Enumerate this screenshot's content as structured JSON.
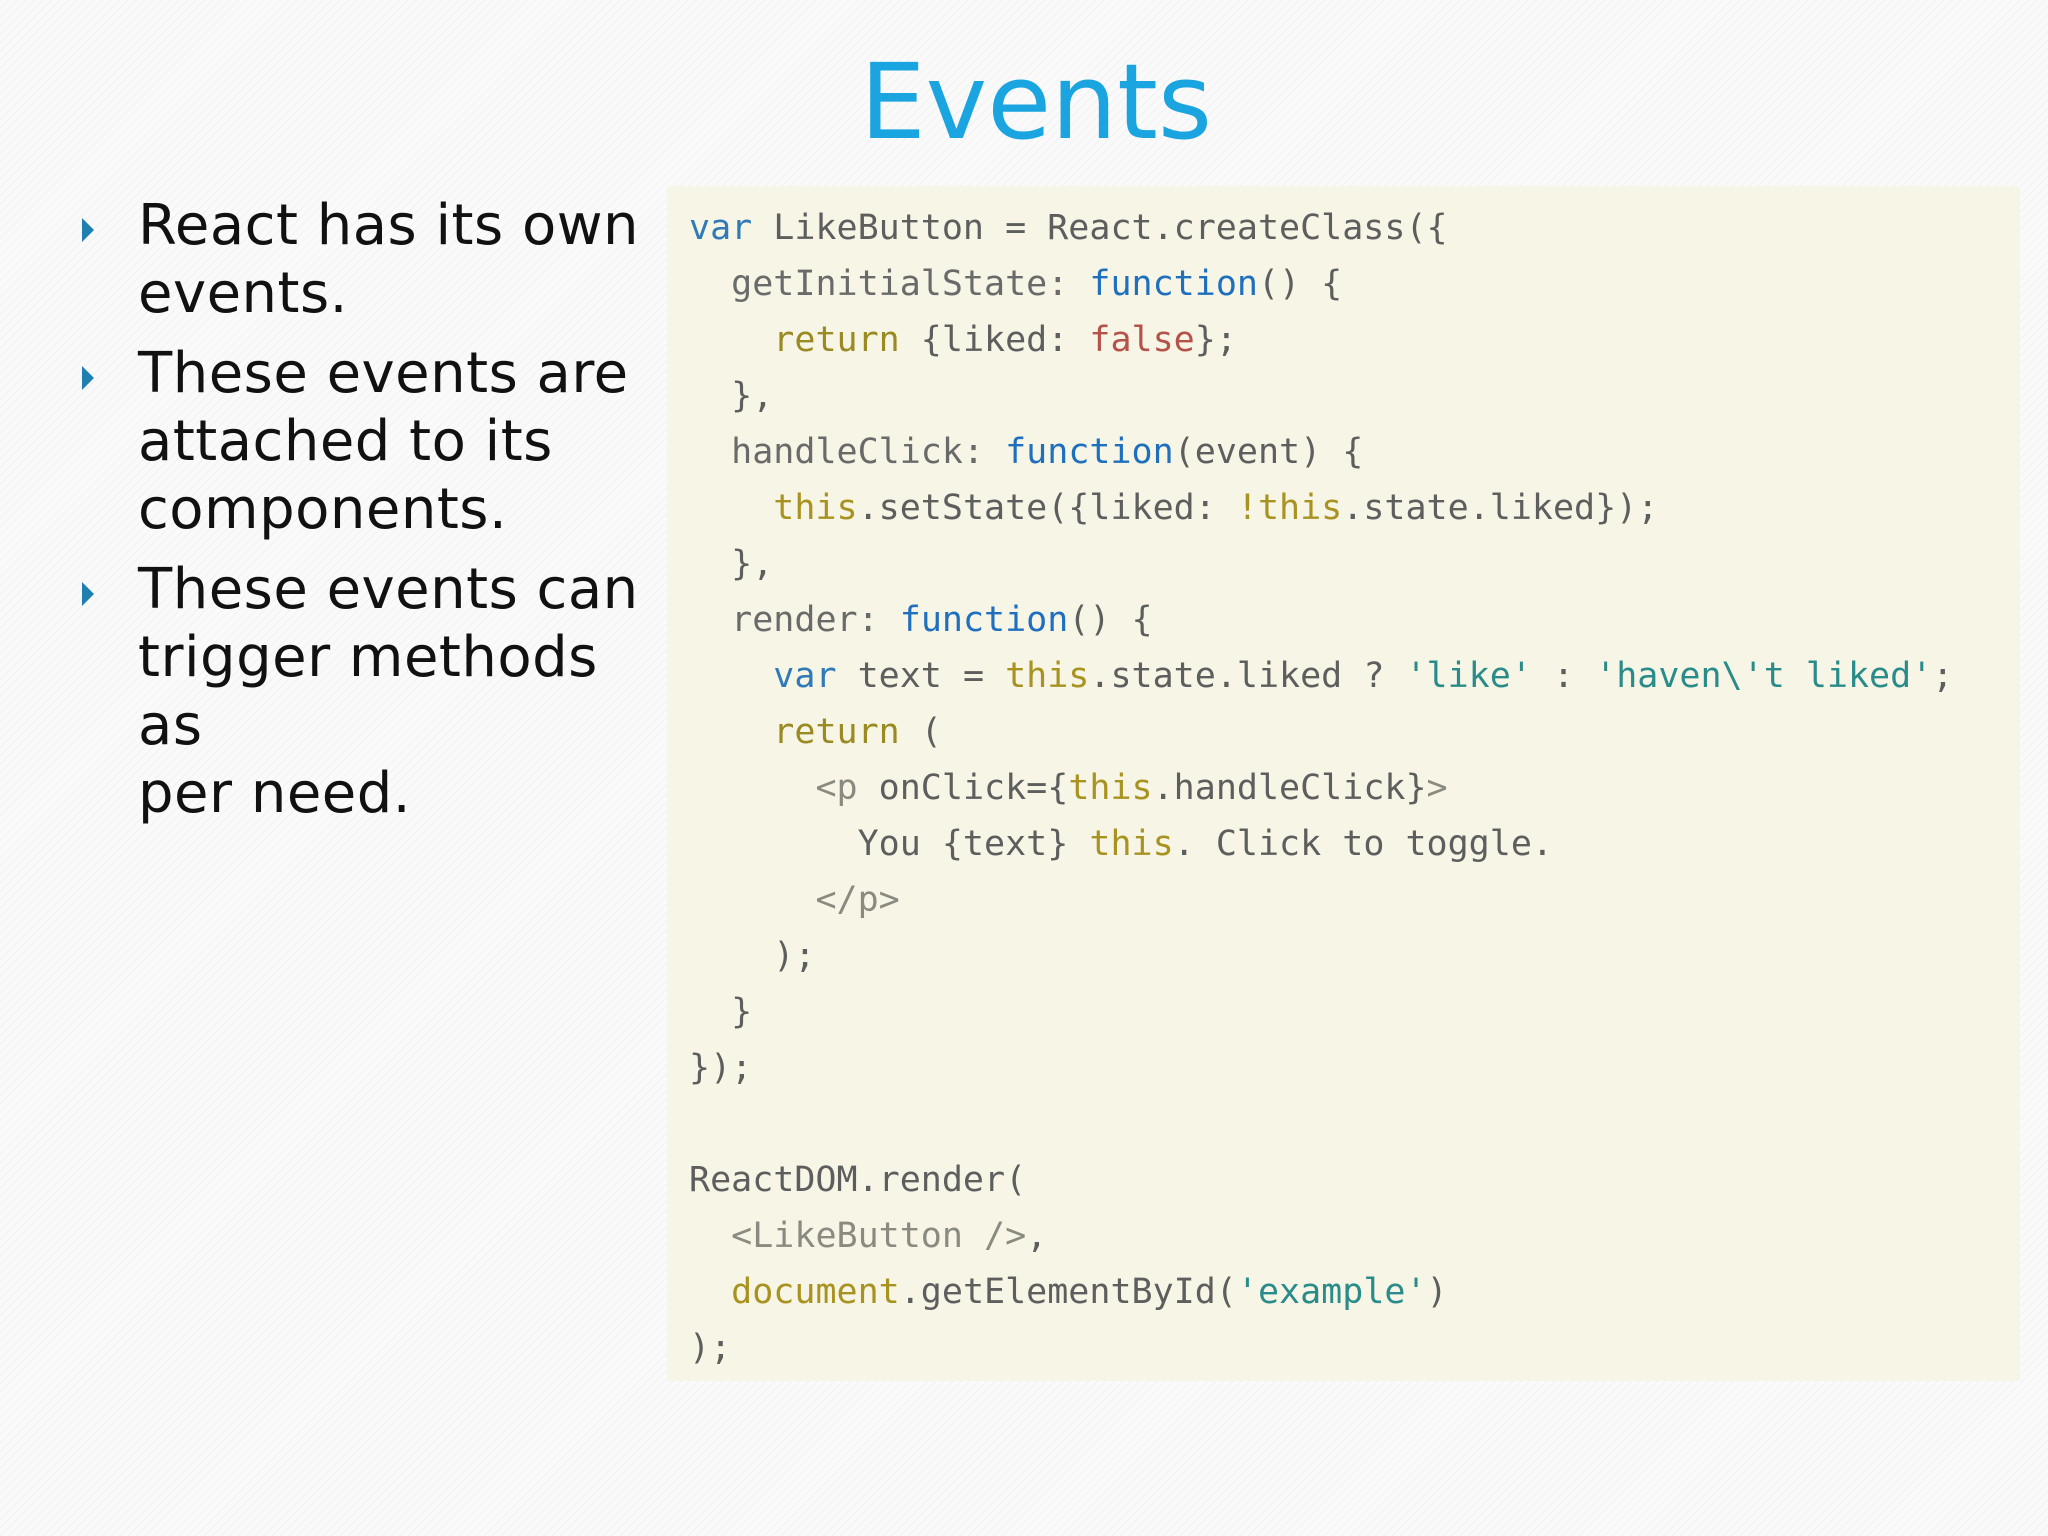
{
  "slide": {
    "title": "Events",
    "title_color": "#1aa5e0",
    "bullet_color": "#1f7fb0"
  },
  "bullets": [
    {
      "lines": [
        "React has its own",
        "events."
      ]
    },
    {
      "lines": [
        "These events are",
        "attached to its",
        "components."
      ]
    },
    {
      "lines": [
        "These events can",
        "trigger methods as",
        "per need."
      ]
    }
  ],
  "code": {
    "background_color": "#f7f5e6",
    "lines": [
      [
        {
          "t": "var",
          "c": "kw"
        },
        {
          "t": " LikeButton = React.createClass({"
        }
      ],
      [
        {
          "t": "  "
        },
        {
          "t": "getInitialState:",
          "c": "prop"
        },
        {
          "t": " "
        },
        {
          "t": "function",
          "c": "fn"
        },
        {
          "t": "() {"
        }
      ],
      [
        {
          "t": "    "
        },
        {
          "t": "return",
          "c": "ret"
        },
        {
          "t": " {liked: "
        },
        {
          "t": "false",
          "c": "false"
        },
        {
          "t": "};"
        }
      ],
      [
        {
          "t": "  },"
        }
      ],
      [
        {
          "t": "  "
        },
        {
          "t": "handleClick:",
          "c": "prop"
        },
        {
          "t": " "
        },
        {
          "t": "function",
          "c": "fn"
        },
        {
          "t": "(event) {"
        }
      ],
      [
        {
          "t": "    "
        },
        {
          "t": "this",
          "c": "this"
        },
        {
          "t": ".setState({liked: "
        },
        {
          "t": "!this",
          "c": "this"
        },
        {
          "t": ".state.liked});"
        }
      ],
      [
        {
          "t": "  },"
        }
      ],
      [
        {
          "t": "  "
        },
        {
          "t": "render:",
          "c": "prop"
        },
        {
          "t": " "
        },
        {
          "t": "function",
          "c": "fn"
        },
        {
          "t": "() {"
        }
      ],
      [
        {
          "t": "    "
        },
        {
          "t": "var",
          "c": "kw"
        },
        {
          "t": " text = "
        },
        {
          "t": "this",
          "c": "this"
        },
        {
          "t": ".state.liked ? "
        },
        {
          "t": "'like'",
          "c": "str"
        },
        {
          "t": " : "
        },
        {
          "t": "'haven\\'t liked'",
          "c": "str"
        },
        {
          "t": ";"
        }
      ],
      [
        {
          "t": "    "
        },
        {
          "t": "return",
          "c": "ret"
        },
        {
          "t": " ("
        }
      ],
      [
        {
          "t": "      "
        },
        {
          "t": "<p",
          "c": "tag"
        },
        {
          "t": " onClick={"
        },
        {
          "t": "this",
          "c": "this"
        },
        {
          "t": ".handleClick}"
        },
        {
          "t": ">",
          "c": "tag"
        }
      ],
      [
        {
          "t": "        You {text} "
        },
        {
          "t": "this",
          "c": "this"
        },
        {
          "t": ". Click to toggle."
        }
      ],
      [
        {
          "t": "      "
        },
        {
          "t": "</p>",
          "c": "tag"
        }
      ],
      [
        {
          "t": "    );"
        }
      ],
      [
        {
          "t": "  }"
        }
      ],
      [
        {
          "t": "});"
        }
      ],
      [
        {
          "t": ""
        }
      ],
      [
        {
          "t": "ReactDOM.render("
        }
      ],
      [
        {
          "t": "  "
        },
        {
          "t": "<LikeButton />",
          "c": "tag"
        },
        {
          "t": ","
        }
      ],
      [
        {
          "t": "  "
        },
        {
          "t": "document",
          "c": "this"
        },
        {
          "t": ".getElementById("
        },
        {
          "t": "'example'",
          "c": "str"
        },
        {
          "t": ")"
        }
      ],
      [
        {
          "t": ");"
        }
      ]
    ]
  }
}
